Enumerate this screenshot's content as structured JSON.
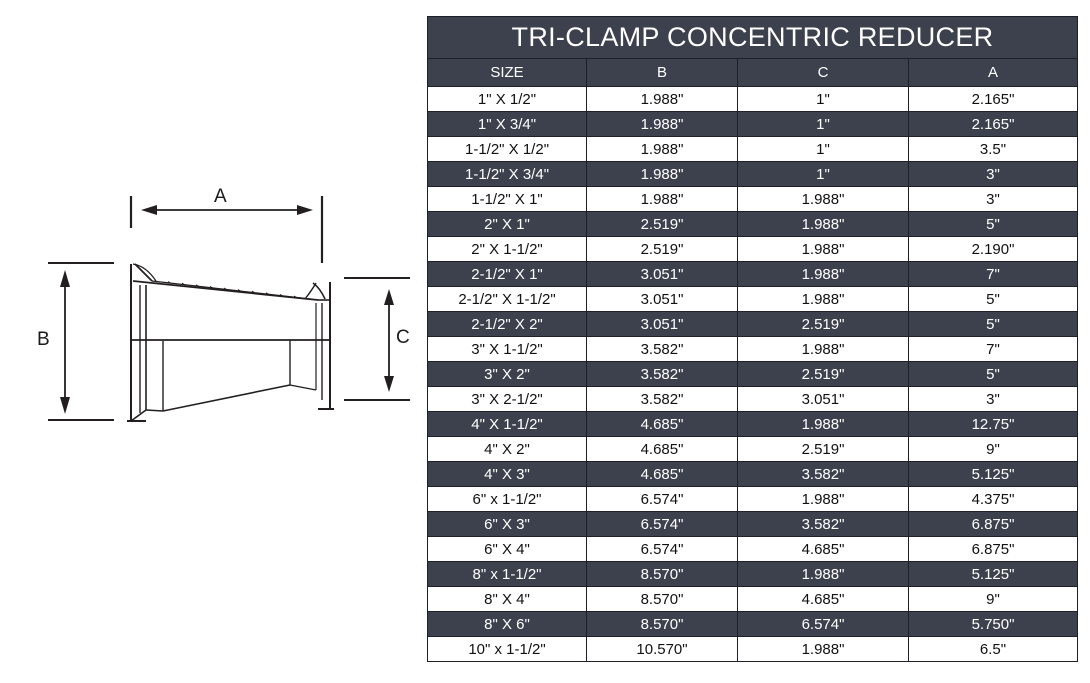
{
  "drawing": {
    "dimension_labels": {
      "a": "A",
      "b": "B",
      "c": "C"
    }
  },
  "table": {
    "title": "TRI-CLAMP CONCENTRIC REDUCER",
    "columns": [
      "SIZE",
      "B",
      "C",
      "A"
    ],
    "rows": [
      [
        "1\" X 1/2\"",
        "1.988\"",
        "1\"",
        "2.165\""
      ],
      [
        "1\" X 3/4\"",
        "1.988\"",
        "1\"",
        "2.165\""
      ],
      [
        "1-1/2\" X 1/2\"",
        "1.988\"",
        "1\"",
        "3.5\""
      ],
      [
        "1-1/2\" X 3/4\"",
        "1.988\"",
        "1\"",
        "3\""
      ],
      [
        "1-1/2\" X 1\"",
        "1.988\"",
        "1.988\"",
        "3\""
      ],
      [
        "2\" X 1\"",
        "2.519\"",
        "1.988\"",
        "5\""
      ],
      [
        "2\" X 1-1/2\"",
        "2.519\"",
        "1.988\"",
        "2.190\""
      ],
      [
        "2-1/2\" X 1\"",
        "3.051\"",
        "1.988\"",
        "7\""
      ],
      [
        "2-1/2\" X 1-1/2\"",
        "3.051\"",
        "1.988\"",
        "5\""
      ],
      [
        "2-1/2\" X 2\"",
        "3.051\"",
        "2.519\"",
        "5\""
      ],
      [
        "3\" X 1-1/2\"",
        "3.582\"",
        "1.988\"",
        "7\""
      ],
      [
        "3\" X 2\"",
        "3.582\"",
        "2.519\"",
        "5\""
      ],
      [
        "3\" X 2-1/2\"",
        "3.582\"",
        "3.051\"",
        "3\""
      ],
      [
        "4\" X 1-1/2\"",
        "4.685\"",
        "1.988\"",
        "12.75\""
      ],
      [
        "4\" X 2\"",
        "4.685\"",
        "2.519\"",
        "9\""
      ],
      [
        "4\" X 3\"",
        "4.685\"",
        "3.582\"",
        "5.125\""
      ],
      [
        "6\" x 1-1/2\"",
        "6.574\"",
        "1.988\"",
        "4.375\""
      ],
      [
        "6\" X 3\"",
        "6.574\"",
        "3.582\"",
        "6.875\""
      ],
      [
        "6\" X 4\"",
        "6.574\"",
        "4.685\"",
        "6.875\""
      ],
      [
        "8\" x 1-1/2\"",
        "8.570\"",
        "1.988\"",
        "5.125\""
      ],
      [
        "8\" X 4\"",
        "8.570\"",
        "4.685\"",
        "9\""
      ],
      [
        "8\" X 6\"",
        "8.570\"",
        "6.574\"",
        "5.750\""
      ],
      [
        "10\" x 1-1/2\"",
        "10.570\"",
        "1.988\"",
        "6.5\""
      ]
    ]
  },
  "colors": {
    "header_bg": "#3c414d",
    "header_text": "#ffffff",
    "row_light_bg": "#ffffff",
    "row_light_text": "#111111",
    "row_dark_bg": "#3c414d",
    "row_dark_text": "#ffffff",
    "border": "#1d2026",
    "drawing_line": "#231f20"
  }
}
